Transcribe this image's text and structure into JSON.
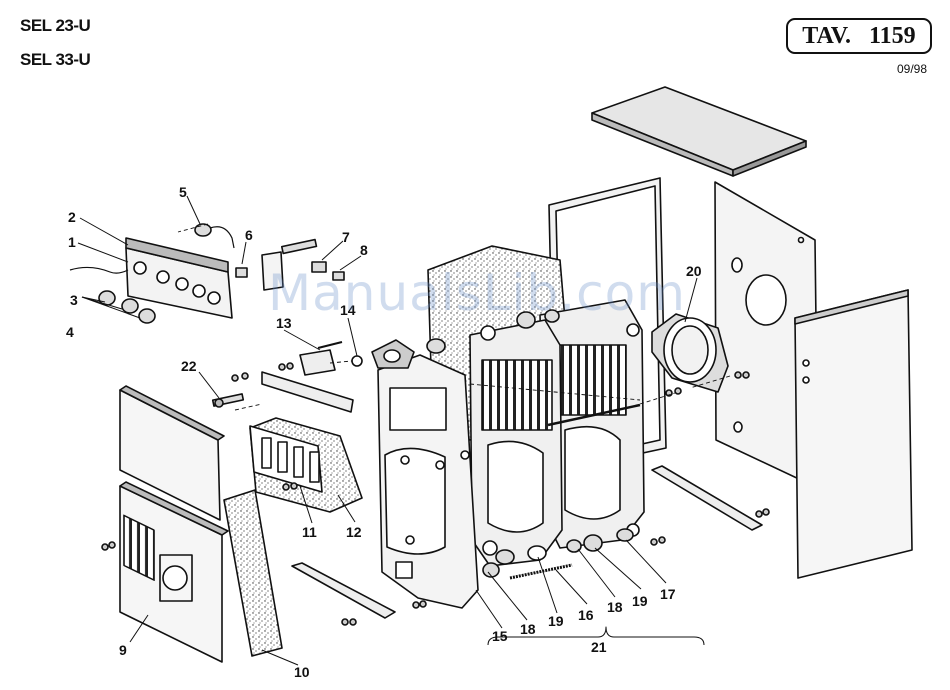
{
  "header": {
    "models": [
      "SEL 23-U",
      "SEL 33-U"
    ],
    "table_label": "TAV.",
    "table_number": "1159",
    "date": "09/98"
  },
  "watermark": "ManualsLib.com",
  "part_numbers": [
    "1",
    "2",
    "3",
    "4",
    "5",
    "6",
    "7",
    "8",
    "9",
    "10",
    "11",
    "12",
    "13",
    "14",
    "15",
    "16",
    "17",
    "18",
    "18",
    "19",
    "19",
    "20",
    "21",
    "22"
  ]
}
